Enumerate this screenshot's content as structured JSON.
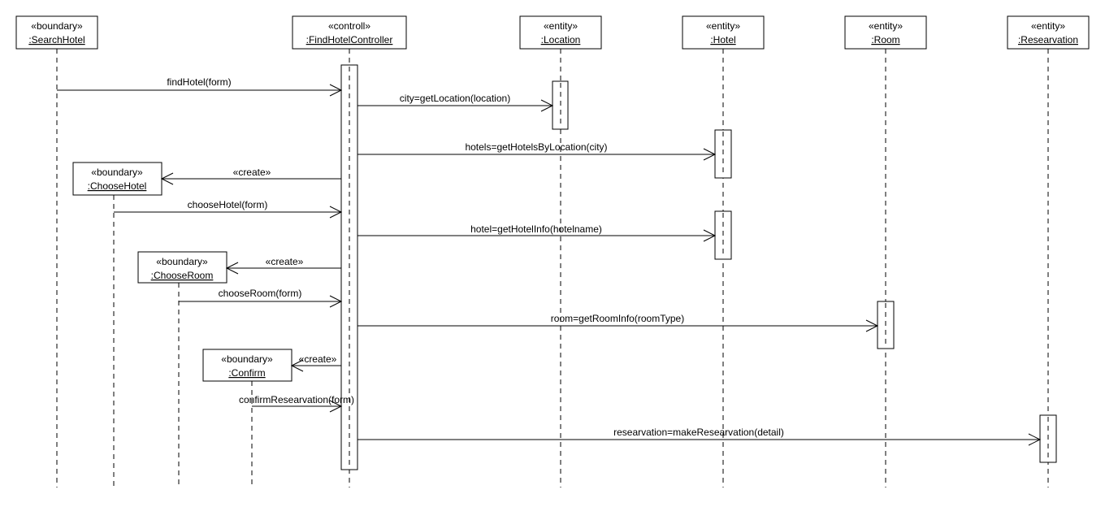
{
  "participants": [
    {
      "id": "searchhotel",
      "stereotype": "«boundary»",
      "name": ":SearchHotel"
    },
    {
      "id": "controller",
      "stereotype": "«controll»",
      "name": ":FindHotelController"
    },
    {
      "id": "location",
      "stereotype": "«entity»",
      "name": ":Location"
    },
    {
      "id": "hotel",
      "stereotype": "«entity»",
      "name": ":Hotel"
    },
    {
      "id": "room",
      "stereotype": "«entity»",
      "name": ":Room"
    },
    {
      "id": "reservation",
      "stereotype": "«entity»",
      "name": ":Researvation"
    },
    {
      "id": "choosehotel",
      "stereotype": "«boundary»",
      "name": ":ChooseHotel",
      "created": true
    },
    {
      "id": "chooseroom",
      "stereotype": "«boundary»",
      "name": ":ChooseRoom",
      "created": true
    },
    {
      "id": "confirm",
      "stereotype": "«boundary»",
      "name": ":Confirm",
      "created": true
    }
  ],
  "messages": [
    {
      "from": "searchhotel",
      "to": "controller",
      "label": "findHotel(form)"
    },
    {
      "from": "controller",
      "to": "location",
      "label": "city=getLocation(location)"
    },
    {
      "from": "controller",
      "to": "hotel",
      "label": "hotels=getHotelsByLocation(city)"
    },
    {
      "from": "controller",
      "to": "choosehotel",
      "label": "«create»"
    },
    {
      "from": "choosehotel",
      "to": "controller",
      "label": "chooseHotel(form)"
    },
    {
      "from": "controller",
      "to": "hotel",
      "label": "hotel=getHotelInfo(hotelname)"
    },
    {
      "from": "controller",
      "to": "chooseroom",
      "label": "«create»"
    },
    {
      "from": "chooseroom",
      "to": "controller",
      "label": "chooseRoom(form)"
    },
    {
      "from": "controller",
      "to": "room",
      "label": "room=getRoomInfo(roomType)"
    },
    {
      "from": "controller",
      "to": "confirm",
      "label": "«create»"
    },
    {
      "from": "confirm",
      "to": "controller",
      "label": "confirmResearvation(form)"
    },
    {
      "from": "controller",
      "to": "reservation",
      "label": "researvation=makeResearvation(detail)"
    }
  ]
}
